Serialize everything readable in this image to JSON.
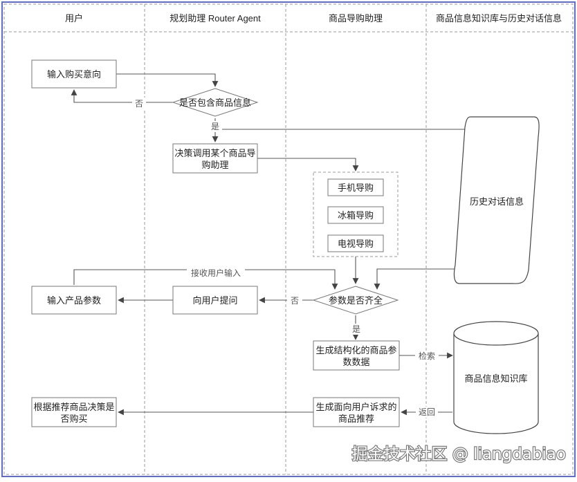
{
  "lanes": [
    "用户",
    "规划助理 Router Agent",
    "商品导购助理",
    "商品信息知识库与历史对话信息"
  ],
  "nodes": {
    "input_intent": "输入购买意向",
    "has_product_info": "是否包含商品信息",
    "decide_call": [
      "决策调用某个商品导",
      "购助理"
    ],
    "phone": "手机导购",
    "fridge": "冰箱导购",
    "tv": "电视导购",
    "history": "历史对话信息",
    "params_complete": "参数是否齐全",
    "input_params": "输入产品参数",
    "ask_user": "向用户提问",
    "gen_structured": [
      "生成结构化的商品参",
      "数数据"
    ],
    "knowledge_base": "商品信息知识库",
    "gen_recommend": [
      "生成面向用户诉求的",
      "商品推荐"
    ],
    "decide_buy": [
      "根据推荐商品决策是",
      "否购买"
    ]
  },
  "edges": {
    "no_1": "否",
    "yes_1": "是",
    "receive_input": "接收用户输入",
    "no_2": "否",
    "yes_2": "是",
    "retrieve": "检索",
    "return": "返回"
  },
  "watermark": "掘金技术社区 @ liangdabiao"
}
